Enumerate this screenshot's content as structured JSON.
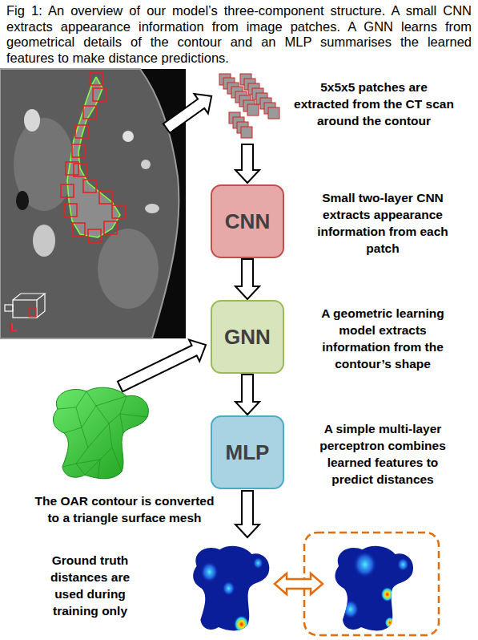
{
  "diagram": {
    "caption": "Fig 1: An overview of our model’s three-component structure. A small CNN extracts appearance information from image patches. A GNN learns from geometrical details of the contour and an MLP summarises the learned features to make distance predictions.",
    "nodes": [
      {
        "text": [
          "CNN"
        ]
      },
      {
        "text": [
          "GNN"
        ]
      },
      {
        "text": [
          "MLP"
        ]
      }
    ],
    "edges": [
      {
        "from": 0,
        "to": 1,
        "arrow": "to"
      },
      {
        "from": 1,
        "to": 2,
        "arrow": "to"
      }
    ],
    "labels": [
      "5x5x5 patches are extracted from the CT scan around the contour",
      "Small two-layer CNN extracts appearance information from each patch",
      "A geometric learning model extracts information from the contour’s shape",
      "A simple multi-layer perceptron combines learned features to predict distances",
      "The OAR contour is converted to a triangle surface mesh",
      "Ground truth distances are used during training only",
      "L"
    ]
  }
}
